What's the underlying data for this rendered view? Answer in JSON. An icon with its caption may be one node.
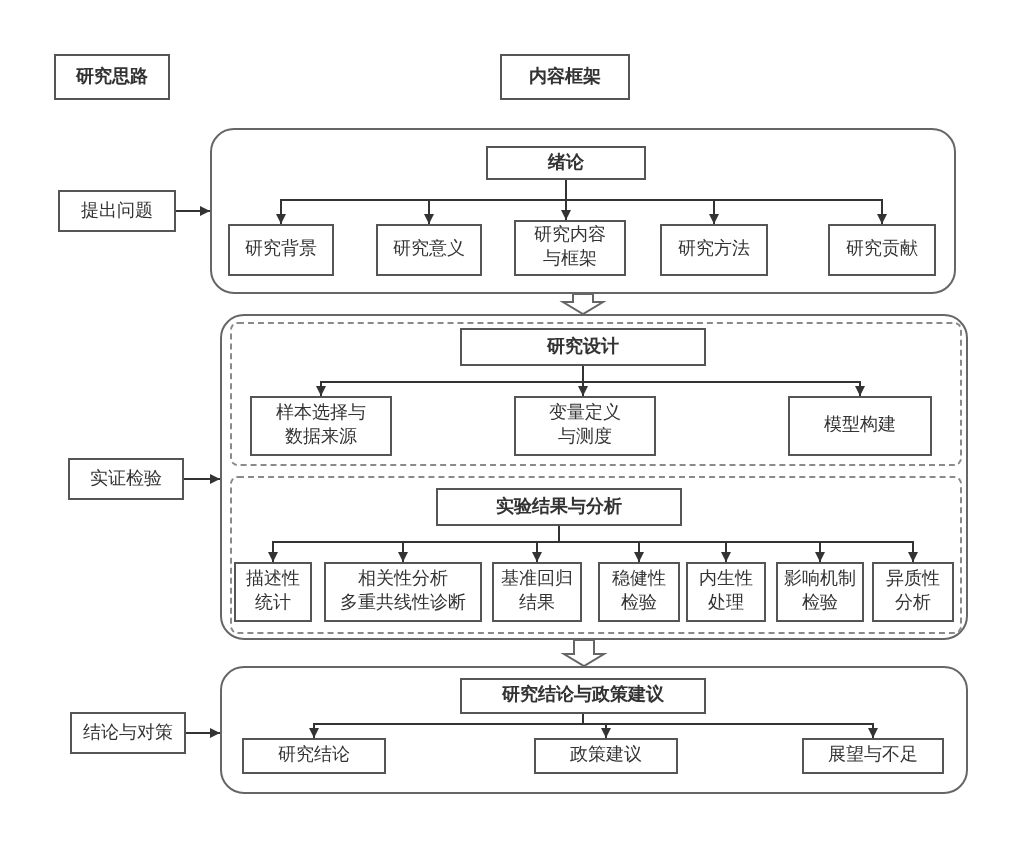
{
  "diagram": {
    "nodes": [
      {
        "text": [
          "研究思路"
        ]
      },
      {
        "text": [
          "内容框架"
        ]
      },
      {
        "text": [
          "提出问题"
        ]
      },
      {
        "text": [],
        "shape": "box"
      },
      {
        "text": [
          "绪论"
        ],
        "in": 3
      },
      {
        "text": [
          "研究背景"
        ],
        "in": 3
      },
      {
        "text": [
          "研究意义"
        ],
        "in": 3
      },
      {
        "text": [
          "研究内容与框架"
        ],
        "in": 3
      },
      {
        "text": [
          "研究方法"
        ],
        "in": 3
      },
      {
        "text": [
          "研究贡献"
        ],
        "in": 3
      },
      {
        "text": [
          "实证检验"
        ]
      },
      {
        "text": [],
        "shape": "box"
      },
      {
        "text": [],
        "shape": "box",
        "in": 11
      },
      {
        "text": [
          "研究设计"
        ],
        "in": 12
      },
      {
        "text": [
          "样本选择与数据来源"
        ],
        "in": 12
      },
      {
        "text": [
          "变量定义与测度"
        ],
        "in": 12
      },
      {
        "text": [
          "模型构建"
        ],
        "in": 12
      },
      {
        "text": [],
        "shape": "box",
        "in": 11
      },
      {
        "text": [
          "实验结果与分析"
        ],
        "in": 17
      },
      {
        "text": [
          "描述性统计"
        ],
        "in": 17
      },
      {
        "text": [
          "相关性分析",
          "多重共线性诊断"
        ],
        "in": 17
      },
      {
        "text": [
          "基准回归结果"
        ],
        "in": 17
      },
      {
        "text": [
          "稳健性检验"
        ],
        "in": 17
      },
      {
        "text": [
          "内生性处理"
        ],
        "in": 17
      },
      {
        "text": [
          "影响机制检验"
        ],
        "in": 17
      },
      {
        "text": [
          "异质性分析"
        ],
        "in": 17
      },
      {
        "text": [
          "结论与对策"
        ]
      },
      {
        "text": [],
        "shape": "box"
      },
      {
        "text": [
          "研究结论与政策建议"
        ],
        "in": 27
      },
      {
        "text": [
          "研究结论"
        ],
        "in": 27
      },
      {
        "text": [
          "政策建议"
        ],
        "in": 27
      },
      {
        "text": [
          "展望与不足"
        ],
        "in": 27
      }
    ],
    "edges": [
      {
        "from": 2,
        "to": 3,
        "arrow": "to"
      },
      {
        "from": 4,
        "to": 5,
        "arrow": "to"
      },
      {
        "from": 4,
        "to": 6,
        "arrow": "to"
      },
      {
        "from": 4,
        "to": 7,
        "arrow": "to"
      },
      {
        "from": 4,
        "to": 8,
        "arrow": "to"
      },
      {
        "from": 4,
        "to": 9,
        "arrow": "to"
      },
      {
        "from": 3,
        "to": 11,
        "arrow": "to",
        "style": "thick"
      },
      {
        "from": 10,
        "to": 11,
        "arrow": "to"
      },
      {
        "from": 13,
        "to": 14,
        "arrow": "to"
      },
      {
        "from": 13,
        "to": 15,
        "arrow": "to"
      },
      {
        "from": 13,
        "to": 16,
        "arrow": "to"
      },
      {
        "from": 18,
        "to": 19,
        "arrow": "to"
      },
      {
        "from": 18,
        "to": 20,
        "arrow": "to"
      },
      {
        "from": 18,
        "to": 21,
        "arrow": "to"
      },
      {
        "from": 18,
        "to": 22,
        "arrow": "to"
      },
      {
        "from": 18,
        "to": 23,
        "arrow": "to"
      },
      {
        "from": 18,
        "to": 24,
        "arrow": "to"
      },
      {
        "from": 18,
        "to": 25,
        "arrow": "to"
      },
      {
        "from": 11,
        "to": 27,
        "arrow": "to",
        "style": "thick"
      },
      {
        "from": 26,
        "to": 27,
        "arrow": "to"
      },
      {
        "from": 28,
        "to": 29,
        "arrow": "to"
      },
      {
        "from": 28,
        "to": 30,
        "arrow": "to"
      },
      {
        "from": 28,
        "to": 31,
        "arrow": "to"
      }
    ]
  }
}
